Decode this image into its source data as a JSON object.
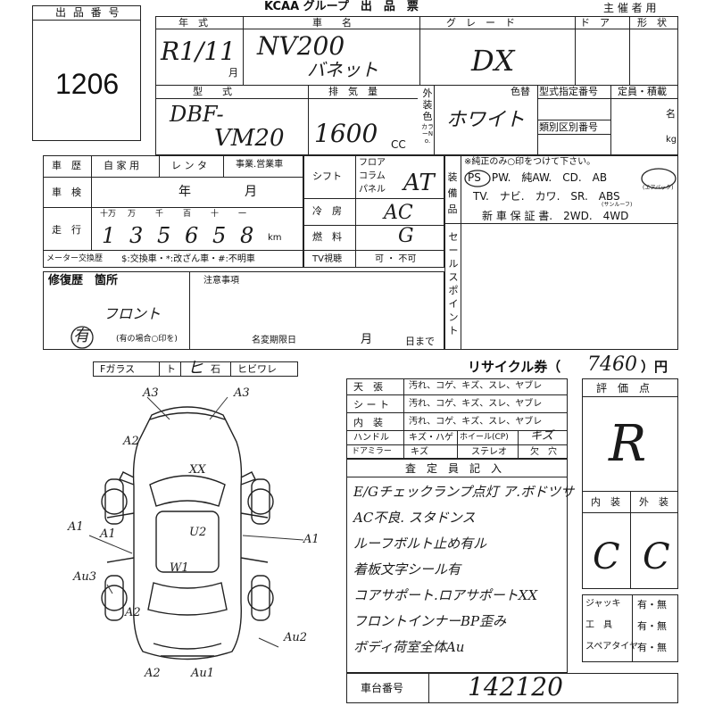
{
  "lot": {
    "label": "出 品 番 号",
    "number": "1206"
  },
  "header": {
    "group": "KCAA グループ　出　品　票",
    "organizer": "主 催 者 用"
  },
  "row1": {
    "year_label": "年　式",
    "year_value": "R1/11",
    "month_unit": "月",
    "car_label": "車　　名",
    "car_value": "NV200",
    "car_value2": "バネット",
    "grade_label": "グ　レ　ー　ド",
    "grade_value": "DX",
    "door_label": "ド　ア",
    "shape_label": "形　状"
  },
  "row2": {
    "model_label": "型　　式",
    "model_value1": "DBF-",
    "model_value2": "VM20",
    "displacement_label": "排　気　量",
    "displacement_value": "1600",
    "displacement_unit": "CC",
    "exterior_label": "外装色",
    "color_code_label": "カラーNo.",
    "exterior_value": "ホワイト",
    "repaint_label": "色替",
    "model_number_label": "型式指定番号",
    "category_label": "類別区別番号",
    "capacity_label": "定員・積載",
    "capacity_unit1": "名",
    "capacity_unit2": "kg"
  },
  "history": {
    "label": "車　歴",
    "opt1": "自 家 用",
    "opt2": "レ ン タ",
    "opt3": "事業.営業車",
    "inspection_label": "車　検",
    "year_unit": "年",
    "month_unit": "月",
    "mileage_label": "走　行",
    "digit_labels": [
      "十万",
      "万",
      "千",
      "百",
      "十",
      "一"
    ],
    "digits": [
      "1",
      "3",
      "5",
      "6",
      "5",
      "8"
    ],
    "mileage_unit": "km",
    "meter_label": "メーター交換歴",
    "meter_options": "$:交換車・*:改ざん車・#:不明車"
  },
  "shift": {
    "label": "シフト",
    "opt1": "フロア",
    "opt2": "コラム",
    "opt3": "パネル",
    "value": "AT"
  },
  "ac": {
    "label": "冷　房",
    "value": "AC"
  },
  "fuel": {
    "label": "燃　料",
    "value": "G"
  },
  "tv": {
    "label": "TV視聴",
    "value": "可 ・ 不可"
  },
  "equipment": {
    "label": "装備品",
    "note": "※純正のみ○印をつけて下さい。",
    "line1": "PS　PW.　純AW.　CD.　AB",
    "ab_note": "(エアバック)",
    "line2": "TV.　ナビ.　カワ.　SR.　ABS",
    "sr_note": "(サンルーフ)",
    "line3": "新 車 保 証 書.　2WD.　4WD"
  },
  "sales_point_label": "セールスポイント",
  "repair": {
    "label": "修復歴　箇所",
    "value": "フロント",
    "has": "有",
    "has_note": "(有の場合○印を)",
    "notes_label": "注意事項",
    "deadline_label": "名変期限日",
    "month_unit": "月",
    "day_unit": "日まで"
  },
  "glass": {
    "label": "Fガラス",
    "opt1": "ト",
    "opt2": "石",
    "opt3": "ヒビワレ",
    "mark": "ヒ"
  },
  "recycle": {
    "label": "リサイクル券（",
    "value": "7460",
    "unit": "）円"
  },
  "condition": {
    "options": "汚れ、コゲ、キズ、スレ、ヤブレ",
    "rows": [
      {
        "label": "天　張"
      },
      {
        "label": "シ ー ト"
      },
      {
        "label": "内　装"
      }
    ],
    "handle_label": "ハンドル",
    "handle_opts": "キズ・ハゲ",
    "wheel_label": "ホイール(CP)",
    "wheel_mark": "キズ",
    "mirror_label": "ドアミラー",
    "mirror_opts": "キズ",
    "stereo_label": "ステレオ",
    "stereo_opts": "欠　穴"
  },
  "inspector": {
    "label": "査　定　員　記　入",
    "lines": [
      "E/Gチェックランプ点灯 ア.ボドツサ",
      "AC不良. スタドンス",
      "ルーフボルト止め有ル",
      "着板文字シール有",
      "コアサポート.ロアサポートXX",
      "フロントインナーBP歪み",
      "ボディ荷室全体Au"
    ]
  },
  "evaluation": {
    "label": "評　価　点",
    "score": "R",
    "interior_label": "内　装",
    "exterior_label": "外　装",
    "interior_value": "C",
    "exterior_value": "C"
  },
  "tools": [
    {
      "label": "ジャッキ",
      "value": "有・無"
    },
    {
      "label": "工　具",
      "value": "有・無"
    },
    {
      "label": "スペアタイヤ",
      "value": "有・無"
    }
  ],
  "chassis": {
    "label": "車台番号",
    "value": "142120"
  },
  "diagram": {
    "marks": [
      "A3",
      "A3",
      "A2",
      "XX",
      "U2",
      "A1",
      "A1",
      "A1",
      "Au3",
      "A2",
      "Au2",
      "A2",
      "Au1",
      "W1"
    ]
  }
}
